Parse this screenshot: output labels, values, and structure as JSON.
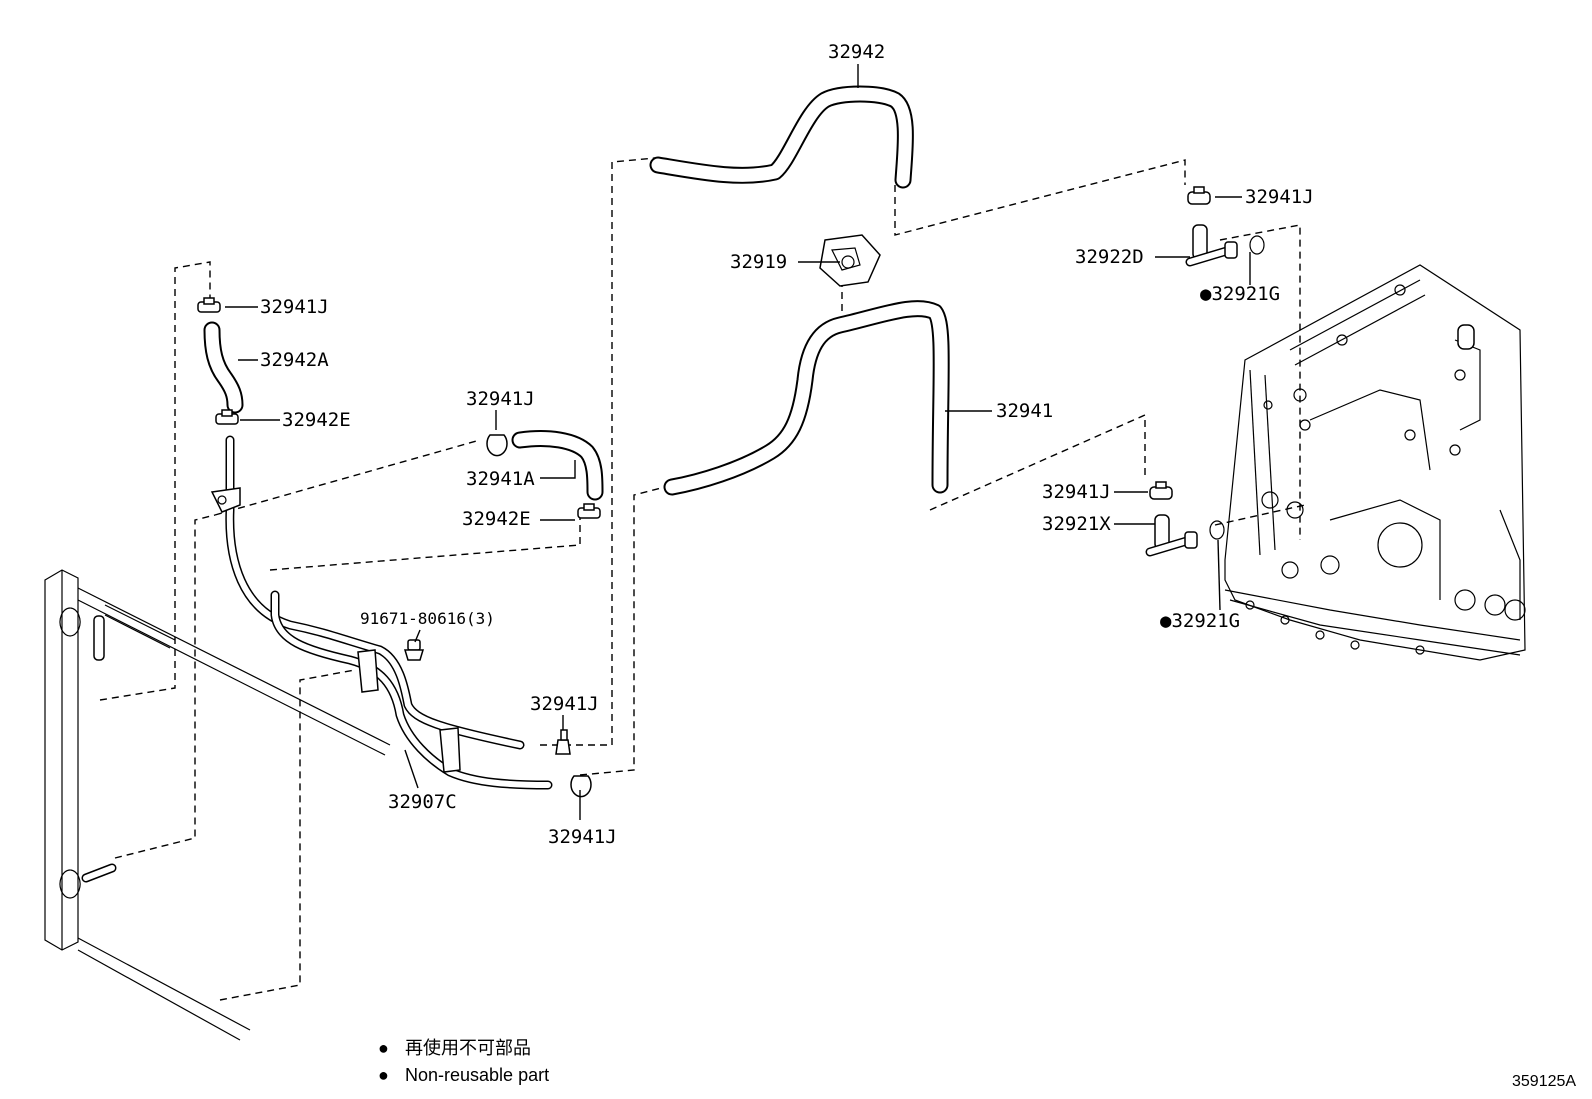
{
  "labels": {
    "p32942": "32942",
    "p32941J_top_right": "32941J",
    "p32919": "32919",
    "p32922D": "32922D",
    "p32921G_top": "●32921G",
    "p32941J_left": "32941J",
    "p32942A": "32942A",
    "p32942E_left": "32942E",
    "p32941J_mid": "32941J",
    "p32941A": "32941A",
    "p32942E_mid": "32942E",
    "p32941": "32941",
    "p32941J_right_mid": "32941J",
    "p32921X": "32921X",
    "p32921G_bottom": "●32921G",
    "p91671": "91671-80616(3)",
    "p32941J_lower_a": "32941J",
    "p32907C": "32907C",
    "p32941J_lower_b": "32941J"
  },
  "legend": {
    "line1_marker": "●",
    "line1_text": "再使用不可部品",
    "line2_marker": "●",
    "line2_text": "Non-reusable part"
  },
  "diagram_code": "359125A",
  "colors": {
    "ink": "#000000",
    "paper": "#ffffff"
  }
}
